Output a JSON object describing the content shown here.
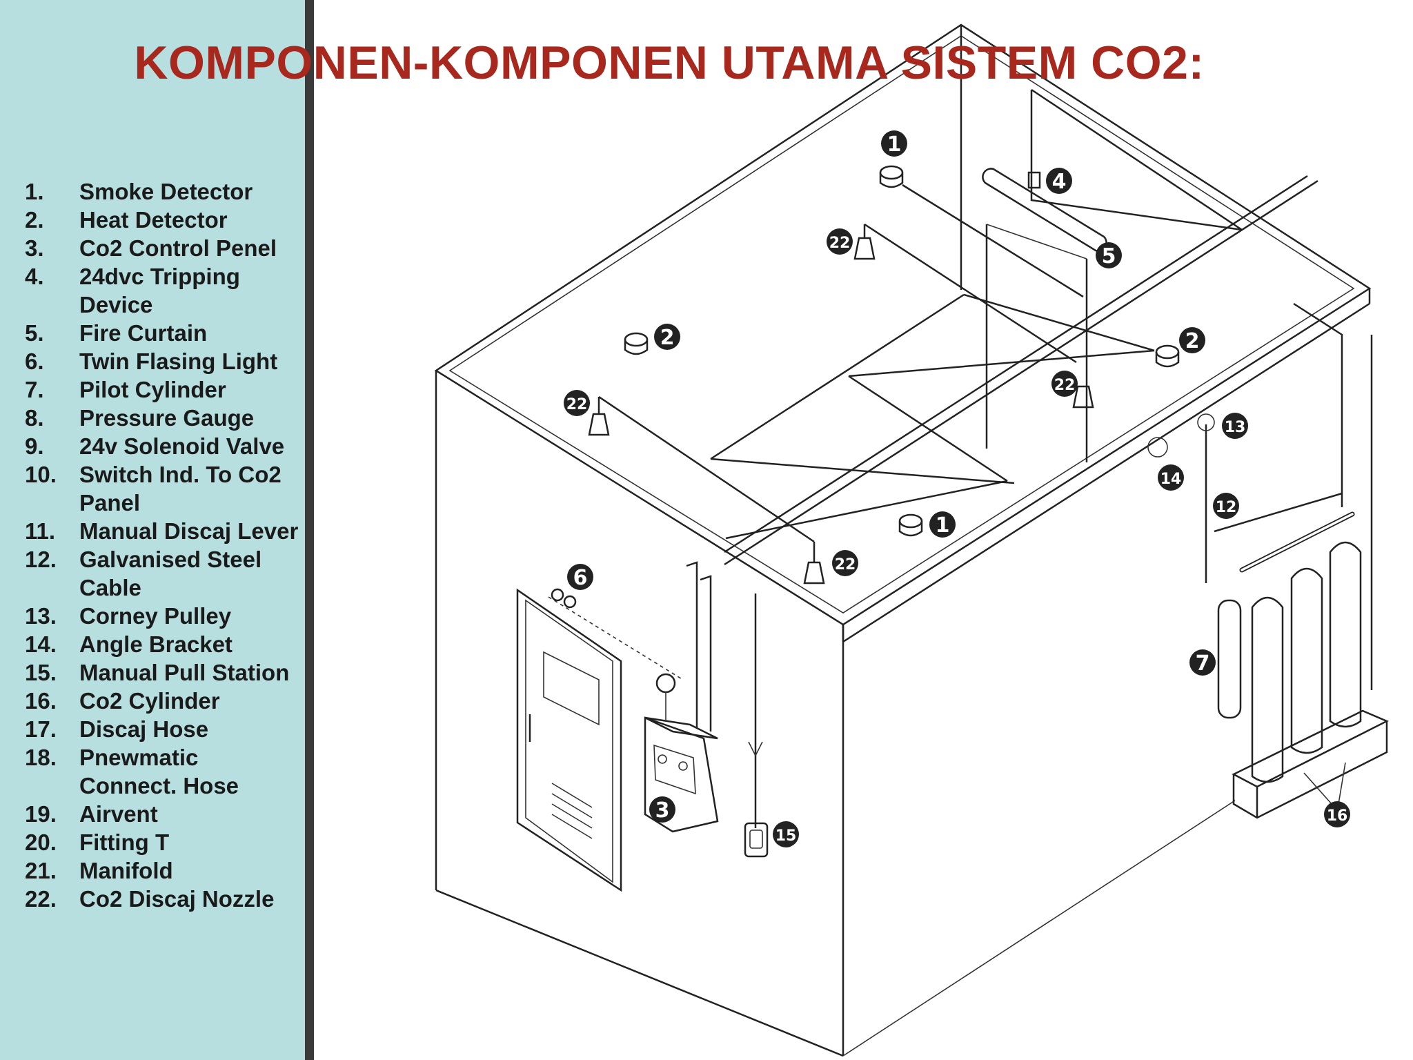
{
  "title": "KOMPONEN-KOMPONEN UTAMA SISTEM CO2:",
  "legend": [
    {
      "num": "1.",
      "label": "Smoke Detector"
    },
    {
      "num": "2.",
      "label": "Heat Detector"
    },
    {
      "num": "3.",
      "label": "Co2 Control Penel"
    },
    {
      "num": "4.",
      "label": "24dvc Tripping Device"
    },
    {
      "num": "5.",
      "label": "Fire Curtain"
    },
    {
      "num": "6.",
      "label": "Twin Flasing Light"
    },
    {
      "num": "7.",
      "label": "Pilot Cylinder"
    },
    {
      "num": "8.",
      "label": "Pressure Gauge"
    },
    {
      "num": "9.",
      "label": "24v Solenoid Valve"
    },
    {
      "num": "10.",
      "label": "Switch Ind. To Co2 Panel"
    },
    {
      "num": "11.",
      "label": "Manual Discaj Lever"
    },
    {
      "num": "12.",
      "label": "Galvanised Steel Cable"
    },
    {
      "num": "13.",
      "label": "Corney Pulley"
    },
    {
      "num": "14.",
      "label": "Angle Bracket"
    },
    {
      "num": "15.",
      "label": "Manual Pull Station"
    },
    {
      "num": "16.",
      "label": "Co2 Cylinder"
    },
    {
      "num": "17.",
      "label": "Discaj Hose"
    },
    {
      "num": "18.",
      "label": "Pnewmatic Connect. Hose"
    },
    {
      "num": "19.",
      "label": "Airvent"
    },
    {
      "num": "20.",
      "label": "Fitting T"
    },
    {
      "num": "21.",
      "label": "Manifold"
    },
    {
      "num": "22.",
      "label": "Co2 Discaj Nozzle"
    }
  ],
  "callouts": {
    "c1a": "1",
    "c1b": "1",
    "c2a": "2",
    "c2b": "2",
    "c3": "3",
    "c4": "4",
    "c5": "5",
    "c6": "6",
    "c7": "7",
    "c12": "12",
    "c13": "13",
    "c14": "14",
    "c15": "15",
    "c16": "16",
    "c22a": "22",
    "c22b": "22",
    "c22c": "22",
    "c22d": "22"
  },
  "colors": {
    "title": "#a8281e",
    "sidebar": "#b7dfe0",
    "divider": "#3a3a3a"
  }
}
